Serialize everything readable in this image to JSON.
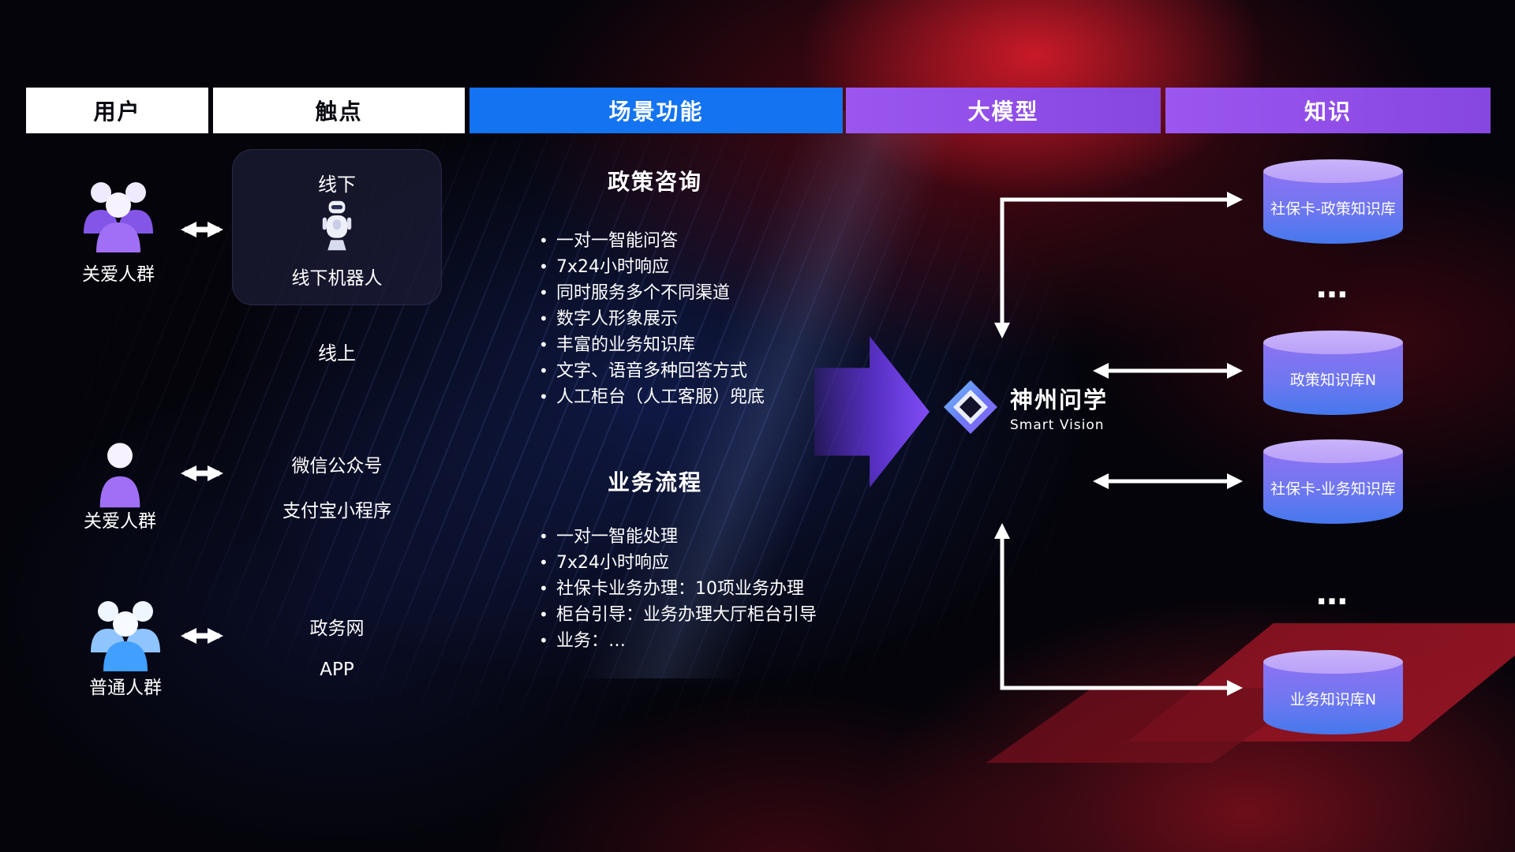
{
  "colors": {
    "accent-blue": "#1373f0",
    "accent-purple": "#9c56f0",
    "db-top": "#b9a0f8",
    "db-mid": "#8e72f2",
    "db-bot": "#4578ee",
    "user-purple": "#a06ff5",
    "user-blue": "#409fff",
    "arrow-white": "#ffffff"
  },
  "icons": {
    "user_group_purple": "people-group-icon",
    "user_single_purple": "person-icon",
    "user_group_blue": "people-group-icon",
    "robot": "service-robot-icon",
    "logo": "diamond-gem-icon",
    "bidirectional_arrow": "double-headed-arrow",
    "flow_arrow": "big-right-arrow"
  },
  "header": {
    "columns": [
      {
        "label": "用户"
      },
      {
        "label": "触点"
      },
      {
        "label": "场景功能"
      },
      {
        "label": "大模型"
      },
      {
        "label": "知识"
      }
    ]
  },
  "users": [
    {
      "label": "关爱人群"
    },
    {
      "label": "关爱人群"
    },
    {
      "label": "普通人群"
    }
  ],
  "touchpoints": {
    "offline_title": "线下",
    "offline_robot": "线下机器人",
    "online_title": "线上",
    "items": [
      "微信公众号",
      "支付宝小程序",
      "政务网",
      "APP"
    ]
  },
  "scenes": [
    {
      "title": "政策咨询",
      "items": [
        "一对一智能问答",
        "7x24小时响应",
        "同时服务多个不同渠道",
        "数字人形象展示",
        "丰富的业务知识库",
        "文字、语音多种回答方式",
        "人工柜台（人工客服）兜底"
      ]
    },
    {
      "title": "业务流程",
      "items": [
        "一对一智能处理",
        "7x24小时响应",
        "社保卡业务办理：10项业务办理",
        "柜台引导：业务办理大厅柜台引导",
        "业务：…"
      ]
    }
  ],
  "model": {
    "name": "神州问学",
    "subtitle": "Smart Vision"
  },
  "knowledge": {
    "databases": [
      "社保卡-政策知识库",
      "政策知识库N",
      "社保卡-业务知识库",
      "业务知识库N"
    ],
    "ellipsis": "…"
  }
}
